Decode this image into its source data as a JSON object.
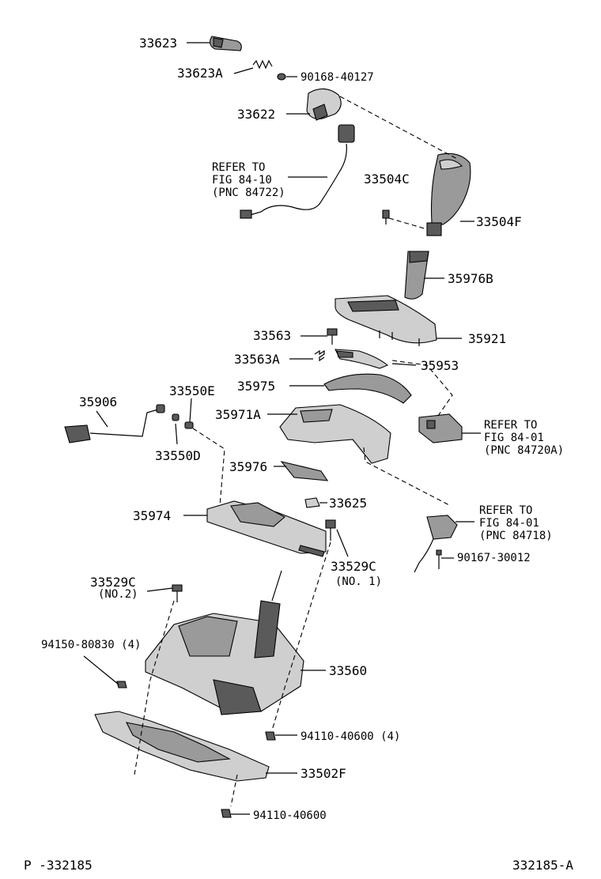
{
  "labels": {
    "p33623": "33623",
    "p33623A": "33623A",
    "p90168": "90168-40127",
    "p33622": "33622",
    "refer1_l1": "REFER TO",
    "refer1_l2": "FIG 84-10",
    "refer1_l3": "(PNC 84722)",
    "p33504C": "33504C",
    "p33504F": "33504F",
    "p35976B": "35976B",
    "p33563": "33563",
    "p35921": "35921",
    "p33563A": "33563A",
    "p35953": "35953",
    "p35975": "35975",
    "p35906": "35906",
    "p33550E": "33550E",
    "p35971A": "35971A",
    "p33550D": "33550D",
    "refer2_l1": "REFER TO",
    "refer2_l2": "FIG 84-01",
    "refer2_l3": "(PNC 84720A)",
    "p35976": "35976",
    "p33625": "33625",
    "p35974": "35974",
    "refer3_l1": "REFER TO",
    "refer3_l2": "FIG 84-01",
    "refer3_l3": "(PNC 84718)",
    "p90167": "90167-30012",
    "p33529C_no1": "33529C",
    "p33529C_no1_sub": "(NO. 1)",
    "p33529C_no2": "33529C",
    "p33529C_no2_sub": "(NO.2)",
    "p94150": "94150-80830 (4)",
    "p33560": "33560",
    "p94110_4": "94110-40600 (4)",
    "p33502F": "33502F",
    "p94110": "94110-40600",
    "footer_left": "P -332185",
    "footer_right": "332185-A"
  }
}
